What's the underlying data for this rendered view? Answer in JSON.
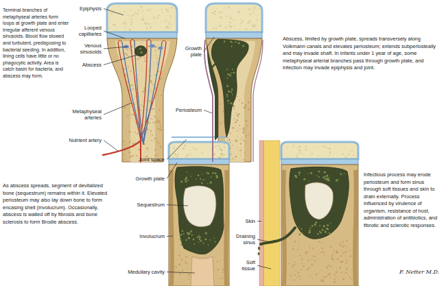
{
  "diagram": {
    "labels": [
      "Terminal branches of metaphyseal arteries form loops at growth plate and enter irregular afferent venous sinusoids. Blood flow slowed and turbulent, predisposing to bacterial seeding. In addition, lining cells have little or no phagocytic activity. Area is catch basin for bacteria, and abscess may form.",
      "Epiphysis",
      "Looped capillaries",
      "Venous sinusoids",
      "Abscess",
      "Metaphyseal arteries",
      "Nutrient artery",
      "Growth plate",
      "Periosteum",
      "Abscess, limited by growth plate, spreads transversely along Volkmann canals and elevates periosteum; extends subperiosteally and may invade shaft. In infants under 1 year of age, some metaphyseal arterial branches pass through growth plate, and infection may invade epiphysis and joint.",
      "As abscess spreads, segment of devitalized bone (sequestrum) remains within it. Elevated periosteum may also lay down bone to form encasing shell (involucrum). Occasionally, abscess is walled off by fibrosis and bone sclerosis to form Brodie abscess.",
      "Joint space",
      "Growth plate",
      "Sequestrum",
      "Involucrum",
      "Medullary cavity",
      "Skin",
      "Draining sinus",
      "Soft tissue",
      "Infectious process may erode periosteum and form sinus through soft tissues and skin to drain externally. Process influenced by virulence of organism, resistance of host, administration of antibiotics, and fibrotic and sclerotic responses.",
      "F. Netter M.D."
    ]
  }
}
